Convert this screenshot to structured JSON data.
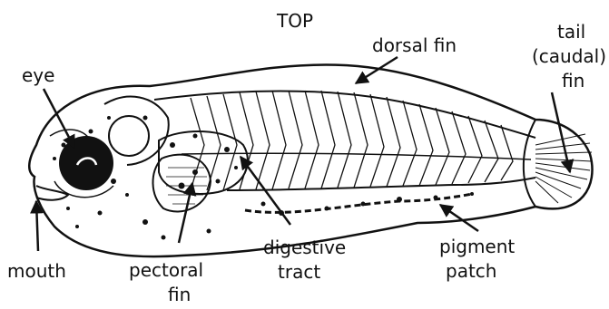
{
  "labels": {
    "top": "TOP",
    "dorsal_fin": "dorsal fin",
    "tail_line1": "tail",
    "tail_line2": "(caudal)",
    "tail_line3": "fin",
    "eye": "eye",
    "mouth": "mouth",
    "pectoral_line1": "pectoral",
    "pectoral_line2": "fin",
    "digestive_line1": "digestive",
    "digestive_line2": "tract",
    "pigment_line1": "pigment",
    "pigment_line2": "patch"
  },
  "colors": {
    "ink": "#111111",
    "background": "#ffffff"
  }
}
